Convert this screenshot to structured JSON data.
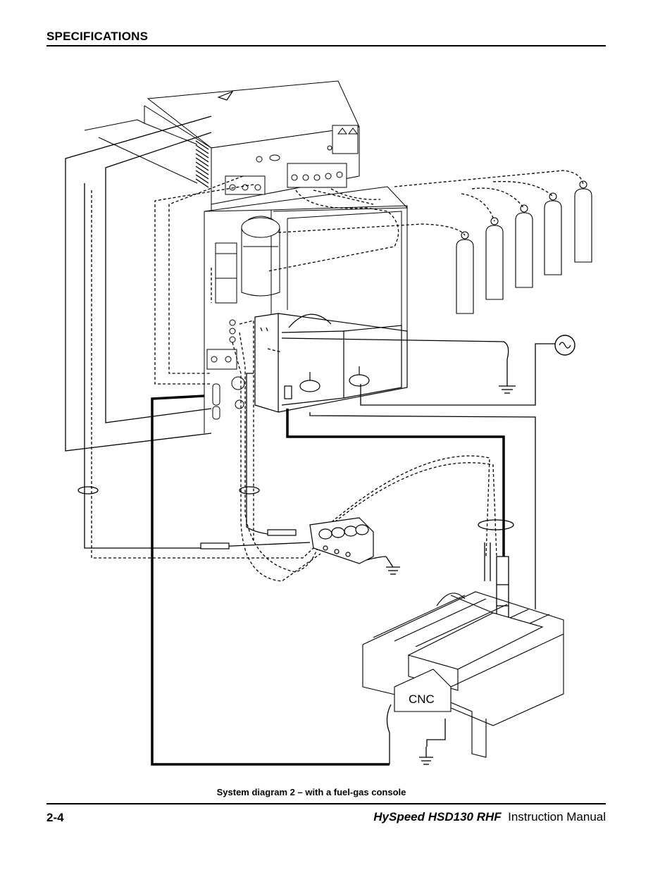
{
  "header": {
    "section": "SPECIFICATIONS"
  },
  "figure": {
    "caption": "System diagram 2 – with a fuel-gas console",
    "cnc_label": "CNC"
  },
  "footer": {
    "page_number": "2-4",
    "product": "HySpeed HSD130 RHF",
    "manual_text": "Instruction Manual"
  }
}
